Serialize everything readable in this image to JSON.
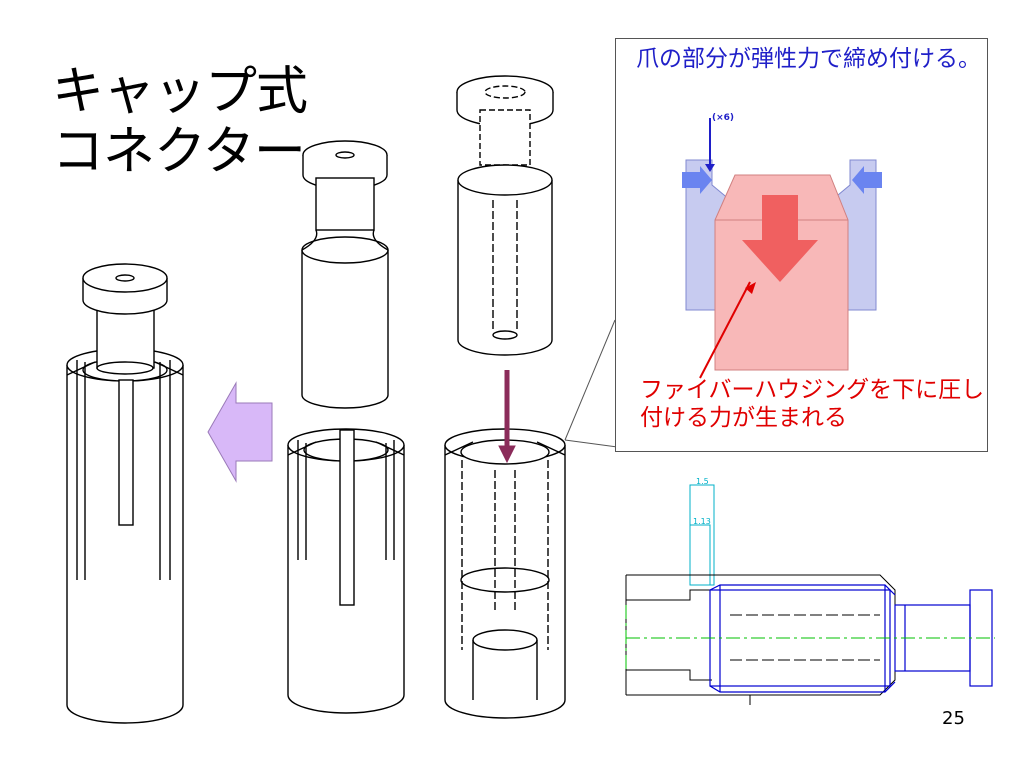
{
  "title": {
    "line1": "キャップ式",
    "line2": "コネクター"
  },
  "callout": {
    "top_text": "爪の部分が弾性力で締め付ける。",
    "count_label": "(×6)",
    "bottom_text": "ファイバーハウジングを下に圧し付ける力が生まれる"
  },
  "dimensions": {
    "d1": "1.5",
    "d2": "1.13"
  },
  "page_number": "25",
  "colors": {
    "blue_text": "#1f1fc8",
    "red_text": "#e00000",
    "claw_fill": "#c7cbf0",
    "housing_fill": "#f8b8b8",
    "arrow_red": "#f06060",
    "arrow_blue": "#6a84f0",
    "assembly_arrow": "#8b2c5a",
    "left_arrow_fill": "#d8b8f8",
    "drawing_blue": "#0000d0",
    "drawing_green": "#00c000"
  }
}
